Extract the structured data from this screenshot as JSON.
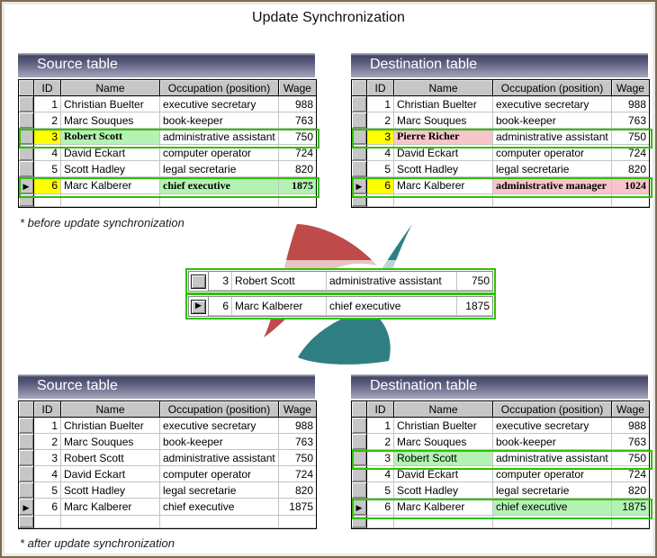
{
  "page_title": "Update Synchronization",
  "captions": {
    "before": "* before update synchronization",
    "after": "* after update synchronization"
  },
  "columns": [
    "",
    "ID",
    "Name",
    "Occupation (position)",
    "Wage"
  ],
  "icons": {
    "current_record_arrow": "▶"
  },
  "colors": {
    "outline_green": "#2fc100",
    "highlight_green": "#b4f2b4",
    "highlight_pink": "#f7c5ca",
    "highlight_yellow": "#ffff00",
    "logo_red": "#bf4a4a",
    "logo_teal": "#2f7f82",
    "titlebar_dark": "#474765",
    "titlebar_light": "#a6a6bc"
  },
  "tables": [
    {
      "id": "source-before",
      "title": "Source table",
      "rows": [
        {
          "id": "1",
          "name": "Christian Buelter",
          "occ": "executive secretary",
          "wage": "988"
        },
        {
          "id": "2",
          "name": "Marc Souques",
          "occ": "book-keeper",
          "wage": "763"
        },
        {
          "id": "3",
          "name": "Robert Scott",
          "occ": "administrative assistant",
          "wage": "750",
          "outlined": true,
          "hl": {
            "id": "yellow",
            "name": "green"
          },
          "emph": [
            "name"
          ]
        },
        {
          "id": "4",
          "name": "David Eckart",
          "occ": "computer operator",
          "wage": "724"
        },
        {
          "id": "5",
          "name": "Scott Hadley",
          "occ": "legal secretarie",
          "wage": "820"
        },
        {
          "id": "6",
          "name": "Marc Kalberer",
          "occ": "chief executive",
          "wage": "1875",
          "outlined": true,
          "selected": true,
          "hl": {
            "id": "yellow",
            "occ": "green",
            "wage": "green"
          },
          "emph": [
            "occ",
            "wage"
          ]
        },
        {
          "empty": true
        }
      ]
    },
    {
      "id": "destination-before",
      "title": "Destination table",
      "rows": [
        {
          "id": "1",
          "name": "Christian Buelter",
          "occ": "executive secretary",
          "wage": "988"
        },
        {
          "id": "2",
          "name": "Marc Souques",
          "occ": "book-keeper",
          "wage": "763"
        },
        {
          "id": "3",
          "name": "Pierre Richer",
          "occ": "administrative assistant",
          "wage": "750",
          "outlined": true,
          "hl": {
            "id": "yellow",
            "name": "pink"
          },
          "emph": [
            "name"
          ]
        },
        {
          "id": "4",
          "name": "David Eckart",
          "occ": "computer operator",
          "wage": "724"
        },
        {
          "id": "5",
          "name": "Scott Hadley",
          "occ": "legal secretarie",
          "wage": "820"
        },
        {
          "id": "6",
          "name": "Marc Kalberer",
          "occ": "administrative manager",
          "wage": "1024",
          "outlined": true,
          "selected": true,
          "hl": {
            "id": "yellow",
            "occ": "pink",
            "wage": "pink"
          },
          "emph": [
            "occ",
            "wage"
          ]
        },
        {
          "empty": true
        }
      ]
    },
    {
      "id": "source-after",
      "title": "Source table",
      "rows": [
        {
          "id": "1",
          "name": "Christian Buelter",
          "occ": "executive secretary",
          "wage": "988"
        },
        {
          "id": "2",
          "name": "Marc Souques",
          "occ": "book-keeper",
          "wage": "763"
        },
        {
          "id": "3",
          "name": "Robert Scott",
          "occ": "administrative assistant",
          "wage": "750"
        },
        {
          "id": "4",
          "name": "David Eckart",
          "occ": "computer operator",
          "wage": "724"
        },
        {
          "id": "5",
          "name": "Scott Hadley",
          "occ": "legal secretarie",
          "wage": "820"
        },
        {
          "id": "6",
          "name": "Marc Kalberer",
          "occ": "chief executive",
          "wage": "1875",
          "selected": true
        },
        {
          "empty": true
        }
      ]
    },
    {
      "id": "destination-after",
      "title": "Destination table",
      "rows": [
        {
          "id": "1",
          "name": "Christian Buelter",
          "occ": "executive secretary",
          "wage": "988"
        },
        {
          "id": "2",
          "name": "Marc Souques",
          "occ": "book-keeper",
          "wage": "763"
        },
        {
          "id": "3",
          "name": "Robert Scott",
          "occ": "administrative assistant",
          "wage": "750",
          "outlined": true,
          "hl": {
            "name": "green"
          }
        },
        {
          "id": "4",
          "name": "David Eckart",
          "occ": "computer operator",
          "wage": "724"
        },
        {
          "id": "5",
          "name": "Scott Hadley",
          "occ": "legal secretarie",
          "wage": "820"
        },
        {
          "id": "6",
          "name": "Marc Kalberer",
          "occ": "chief executive",
          "wage": "1875",
          "outlined": true,
          "selected": true,
          "hl": {
            "occ": "green",
            "wage": "green"
          }
        },
        {
          "empty": true
        }
      ]
    }
  ],
  "floating_rows": [
    {
      "id": "3",
      "name": "Robert Scott",
      "occ": "administrative assistant",
      "wage": "750"
    },
    {
      "id": "6",
      "name": "Marc Kalberer",
      "occ": "chief executive",
      "wage": "1875",
      "selected": true
    }
  ]
}
